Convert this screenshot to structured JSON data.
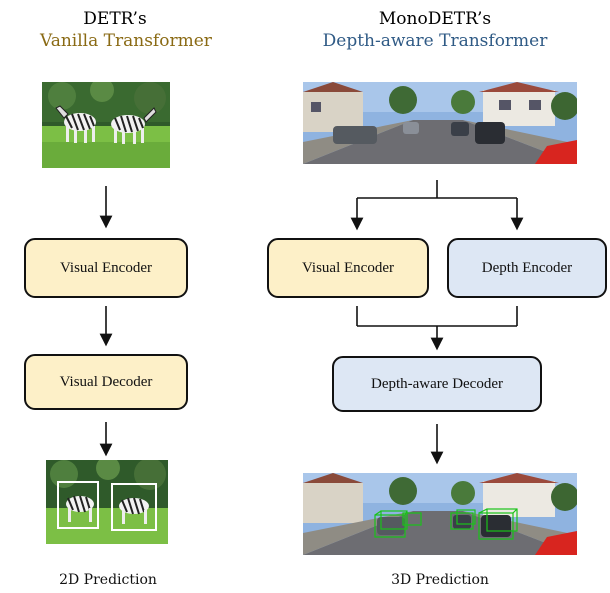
{
  "left": {
    "title_line1": "DETR’s",
    "title_line2": "Vanilla Transformer",
    "encoder_label": "Visual Encoder",
    "decoder_label": "Visual Decoder",
    "caption": "2D Prediction"
  },
  "right": {
    "title_line1": "MonoDETR’s",
    "title_line2": "Depth-aware Transformer",
    "visual_encoder_label": "Visual Encoder",
    "depth_encoder_label": "Depth Encoder",
    "decoder_label": "Depth-aware Decoder",
    "caption": "3D Prediction"
  },
  "colors": {
    "yellow_box": "#fdf0c8",
    "blue_box": "#dde7f4",
    "title_gold": "#8a6a14",
    "title_blue": "#2f5a85",
    "bbox_2d": "#ffffff",
    "bbox_3d": "#19c219"
  }
}
